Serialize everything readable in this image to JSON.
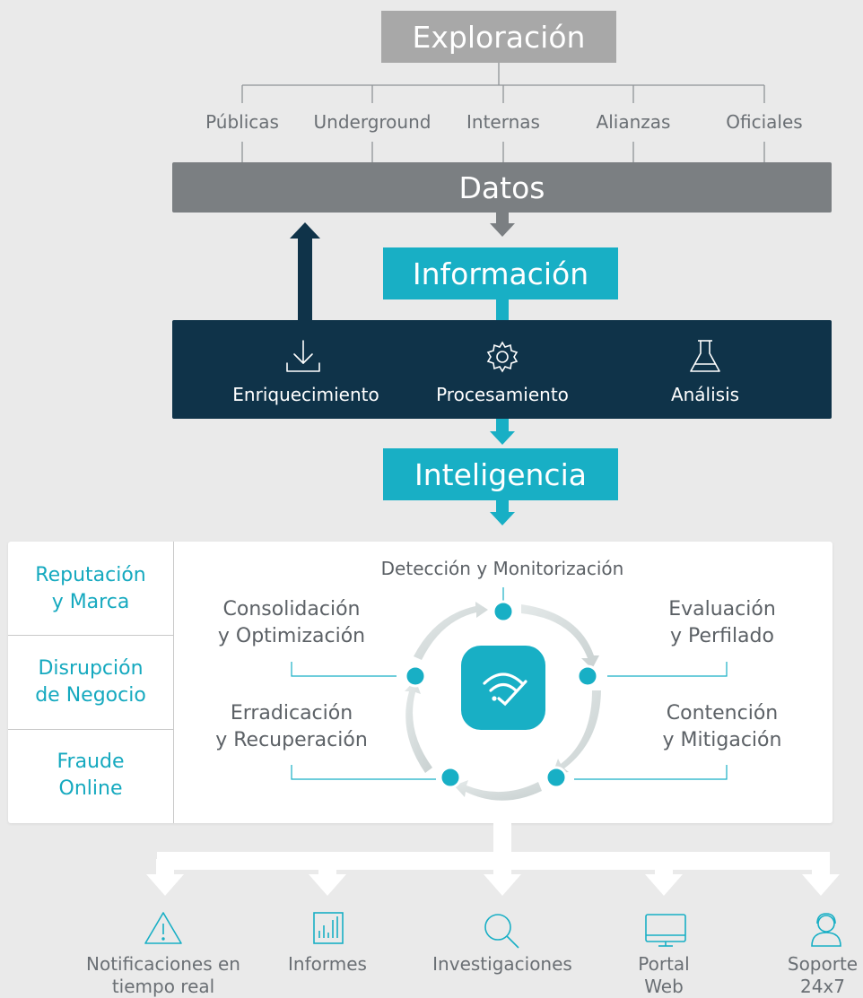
{
  "exploration": {
    "label": "Exploración"
  },
  "sources": [
    "Públicas",
    "Underground",
    "Internas",
    "Alianzas",
    "Oficiales"
  ],
  "datos": {
    "label": "Datos"
  },
  "informacion": {
    "label": "Información"
  },
  "processing": {
    "enrichment": "Enriquecimiento",
    "processing": "Procesamiento",
    "analysis": "Análisis"
  },
  "inteligencia": {
    "label": "Inteligencia"
  },
  "categories": {
    "reputation": [
      "Reputación",
      "y Marca"
    ],
    "disruption": [
      "Disrupción",
      "de Negocio"
    ],
    "fraud": [
      "Fraude",
      "Online"
    ]
  },
  "cycle": {
    "detection": "Detección y Monitorización",
    "evaluation": [
      "Evaluación",
      "y Perfilado"
    ],
    "containment": [
      "Contención",
      "y Mitigación"
    ],
    "eradication": [
      "Erradicación",
      "y Recuperación"
    ],
    "consolidation": [
      "Consolidación",
      "y Optimización"
    ]
  },
  "outputs": {
    "notifications": [
      "Notificaciones en",
      "tiempo real"
    ],
    "reports": [
      "Informes"
    ],
    "investigations": [
      "Investigaciones"
    ],
    "portal": [
      "Portal",
      "Web"
    ],
    "support": [
      "Soporte",
      "24x7"
    ]
  },
  "colors": {
    "teal": "#18afc5",
    "navy": "#0f3349",
    "gray_dark": "#7b7f82",
    "gray_light": "#a8a8a8"
  }
}
